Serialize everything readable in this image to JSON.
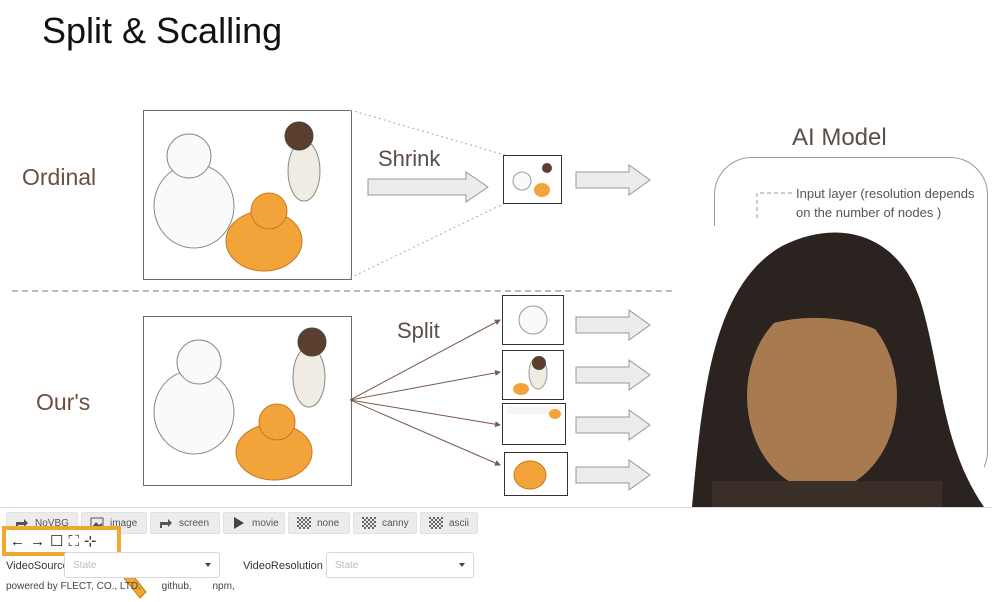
{
  "slide": {
    "title": "Split & Scalling",
    "row_labels": [
      "Ordinal",
      "Our's"
    ],
    "shrink_label": "Shrink",
    "split_label": "Split",
    "ai_model_title": "AI Model",
    "input_layer_text": "Input layer (resolution depends on the number of nodes )"
  },
  "toolbar": {
    "buttons": [
      {
        "label": "NoVBG",
        "icon": "share-icon"
      },
      {
        "label": "image",
        "icon": "image-icon"
      },
      {
        "label": "screen",
        "icon": "share-icon"
      },
      {
        "label": "movie",
        "icon": "play-icon"
      },
      {
        "label": "none",
        "icon": "checker-icon"
      },
      {
        "label": "canny",
        "icon": "checker-icon"
      },
      {
        "label": "ascii",
        "icon": "checker-icon"
      }
    ],
    "nav": {
      "left": "←",
      "right": "→",
      "square": "☐",
      "fullscreen": "⛶",
      "exit_fullscreen": "⊹"
    }
  },
  "fields": {
    "video_source": {
      "label": "VideoSource",
      "placeholder": "State"
    },
    "video_resolution": {
      "label": "VideoResolution",
      "placeholder": "State"
    }
  },
  "footer": {
    "powered_by": "powered by FLECT, CO., LTD.",
    "github": "github,",
    "npm": "npm,"
  },
  "colors": {
    "highlight": "#f0a830",
    "label_brown": "#6b4f3f",
    "arrow_gray": "#e6e6e6"
  }
}
